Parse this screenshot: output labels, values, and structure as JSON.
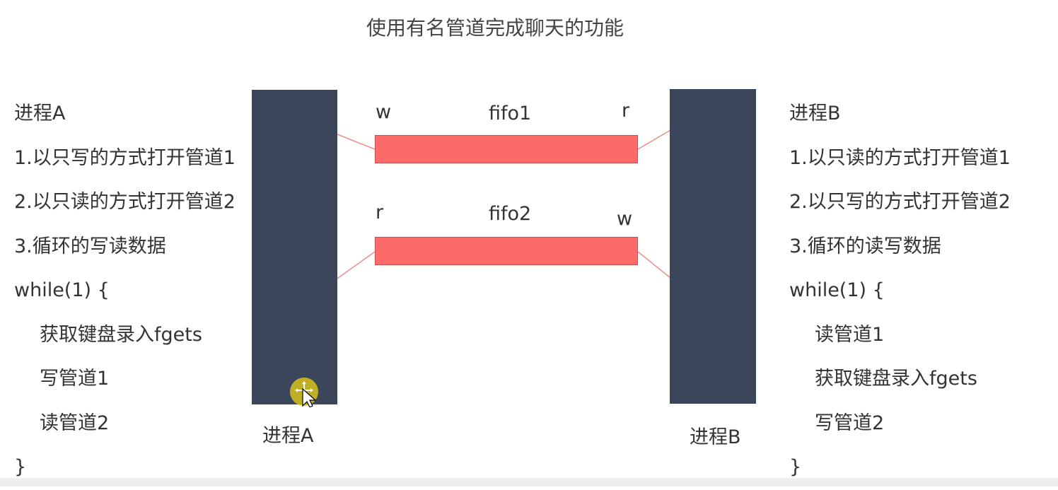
{
  "title": "使用有名管道完成聊天的功能",
  "process_a": {
    "lines": [
      "进程A",
      "1.以只写的方式打开管道1",
      "2.以只读的方式打开管道2",
      "3.循环的写读数据",
      "while(1) {",
      "获取键盘录入fgets",
      "写管道1",
      "读管道2",
      "}"
    ],
    "label": "进程A"
  },
  "process_b": {
    "lines": [
      "进程B",
      "1.以只读的方式打开管道1",
      "2.以只写的方式打开管道2",
      "3.循环的读写数据",
      "while(1) {",
      "读管道1",
      "获取键盘录入fgets",
      "写管道2",
      "}"
    ],
    "label": "进程B"
  },
  "fifo1": {
    "name": "fifo1",
    "left_end": "w",
    "right_end": "r"
  },
  "fifo2": {
    "name": "fifo2",
    "left_end": "r",
    "right_end": "w"
  },
  "colors": {
    "process_bar": "#3c465b",
    "pipe": "#fd6a6a",
    "connector": "#f28b8b",
    "cursor_halo": "#d8c21a"
  }
}
